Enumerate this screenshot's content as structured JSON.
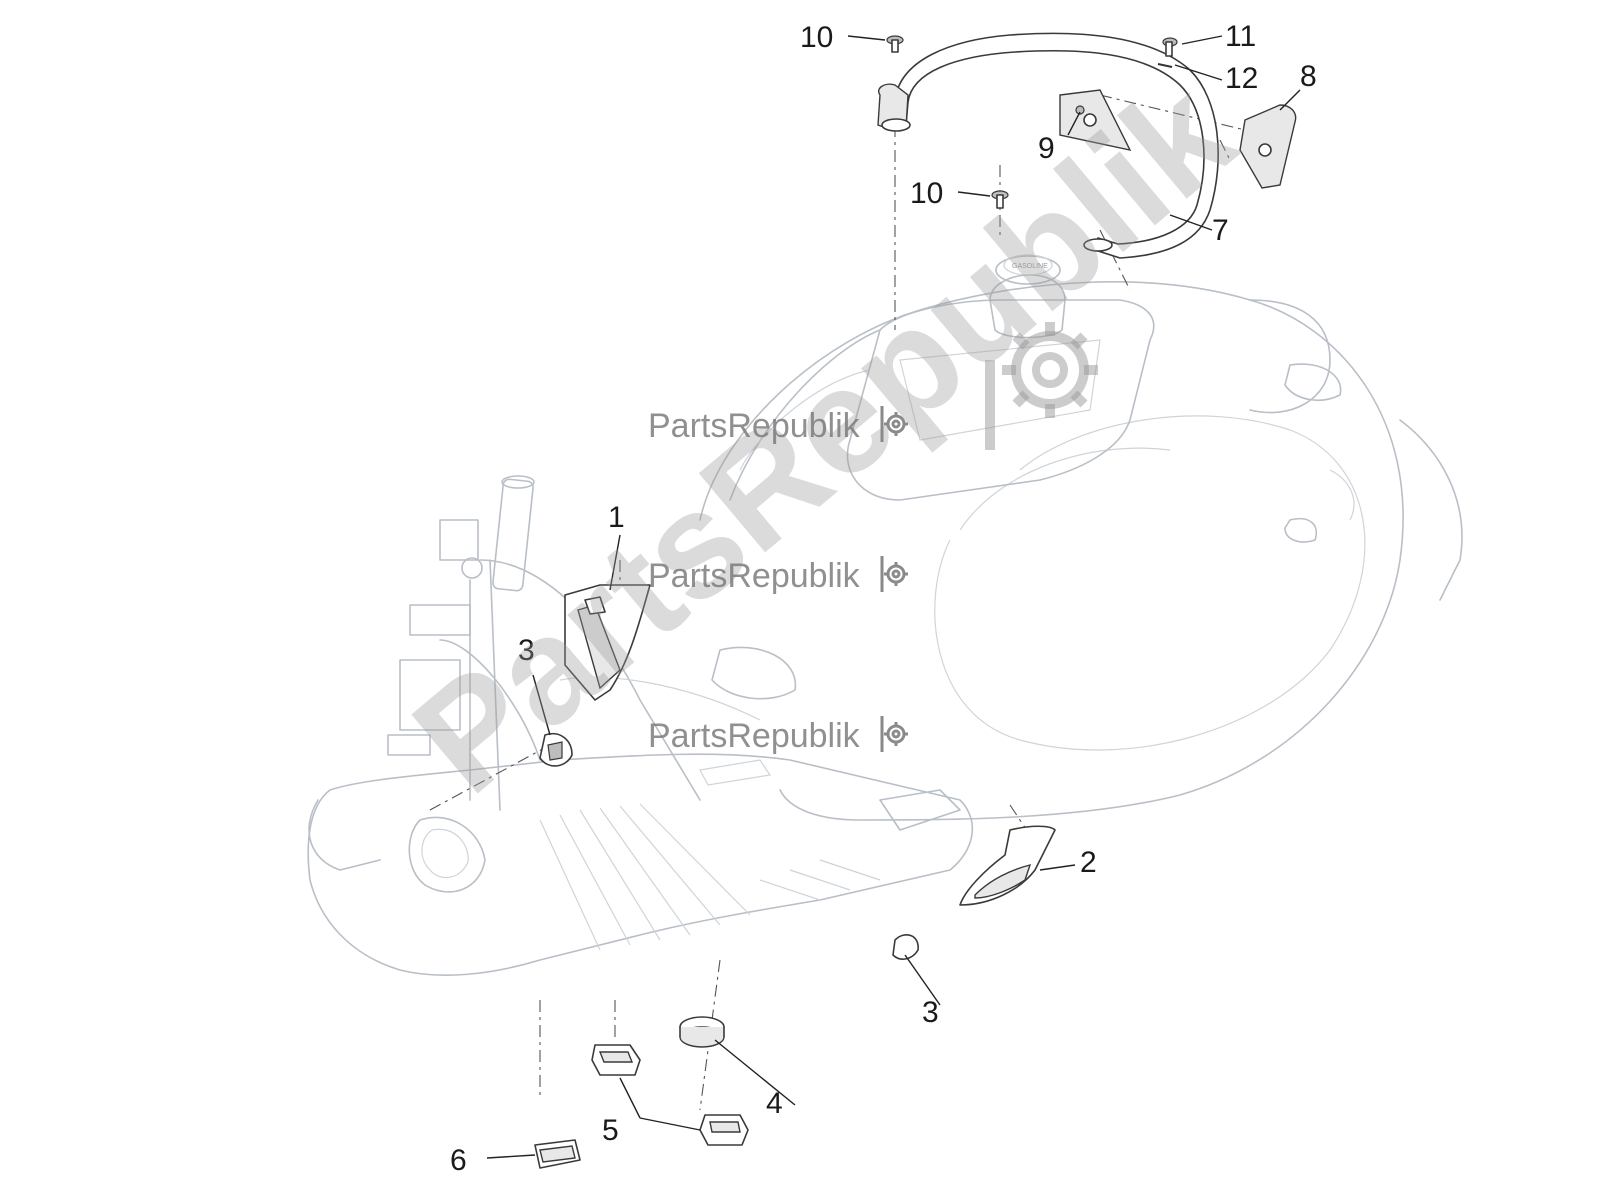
{
  "callouts": [
    {
      "id": "1",
      "label": "1"
    },
    {
      "id": "2",
      "label": "2"
    },
    {
      "id": "3a",
      "label": "3"
    },
    {
      "id": "3b",
      "label": "3"
    },
    {
      "id": "4",
      "label": "4"
    },
    {
      "id": "5",
      "label": "5"
    },
    {
      "id": "6",
      "label": "6"
    },
    {
      "id": "7",
      "label": "7"
    },
    {
      "id": "8",
      "label": "8"
    },
    {
      "id": "9",
      "label": "9"
    },
    {
      "id": "10a",
      "label": "10"
    },
    {
      "id": "10b",
      "label": "10"
    },
    {
      "id": "11",
      "label": "11"
    },
    {
      "id": "12",
      "label": "12"
    }
  ],
  "watermark": {
    "brand": "PartsRepublik",
    "big": "PartsRepublik",
    "icon": "gear-icon"
  },
  "tank_cap_text": "GASOLINE"
}
